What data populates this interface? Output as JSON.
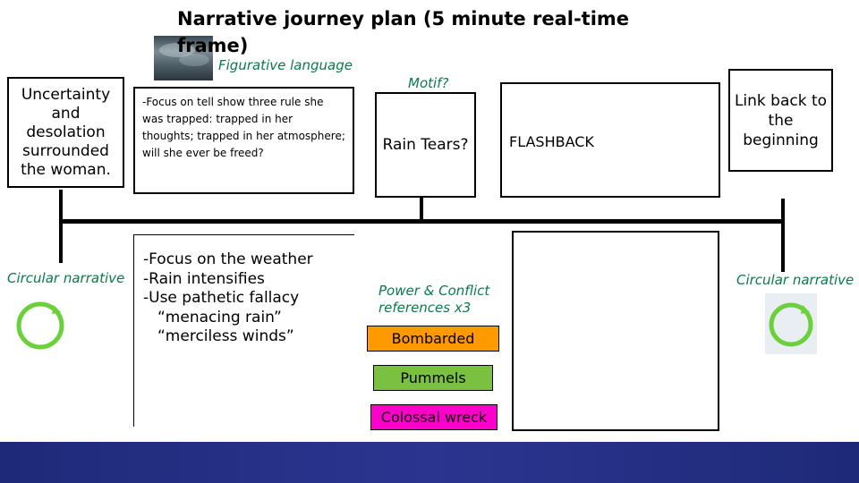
{
  "title": "Narrative journey plan (5 minute real-time frame)",
  "labels": {
    "figurative": "Figurative language",
    "motif": "Motif?",
    "circular_left": "Circular narrative",
    "circular_right": "Circular narrative",
    "power": "Power & Conflict references x3"
  },
  "boxes": {
    "uncertainty": "Uncertainty and desolation surrounded the woman.",
    "focus_trapped": "-Focus on tell show three rule she was trapped: trapped in her thoughts; trapped in her atmosphere; will she ever be freed?",
    "rain": "Rain Tears?",
    "flashback": "FLASHBACK",
    "link_back": "Link back to the beginning"
  },
  "weather_notes": [
    "-Focus on the weather",
    "-Rain intensifies",
    "-Use pathetic fallacy",
    "“menacing rain”",
    "“merciless winds”"
  ],
  "words": [
    {
      "text": "Bombarded",
      "color": "#ff9900"
    },
    {
      "text": "Pummels",
      "color": "#7ac142"
    },
    {
      "text": "Colossal wreck",
      "color": "#ff00cc"
    }
  ],
  "colors": {
    "italic_label": "#0a7a4a",
    "circle": "#6ad13a",
    "footer": "#1e2a78"
  }
}
